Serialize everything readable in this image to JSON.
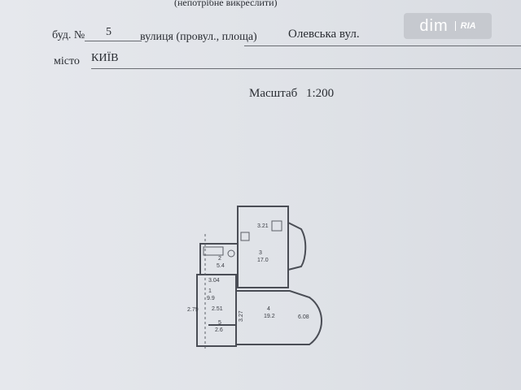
{
  "header": {
    "note": "(непотрібне викреслити)",
    "house_label": "буд. №",
    "house_number": "5",
    "street_label": "вулиця (провул., площа)",
    "street_value": "Олевська вул.",
    "city_label": "місто",
    "city_value": "КИЇВ",
    "scale_label": "Масштаб",
    "scale_value": "1:200"
  },
  "watermark": {
    "brand": "dim",
    "sub": "RIA"
  },
  "plan": {
    "rooms": [
      {
        "number": "1",
        "area": "9.9"
      },
      {
        "number": "2",
        "area": "5.4"
      },
      {
        "number": "3",
        "area": "17.0"
      },
      {
        "number": "4",
        "area": "19.2"
      },
      {
        "number": "5",
        "area": "2.6"
      }
    ],
    "dimensions": [
      "3.21",
      "3.04",
      "2.51",
      "3.27",
      "6.08",
      "2.79"
    ]
  },
  "colors": {
    "paper": "#e3e5ea",
    "ink": "#2a2d33",
    "wall": "#4a4d55"
  }
}
